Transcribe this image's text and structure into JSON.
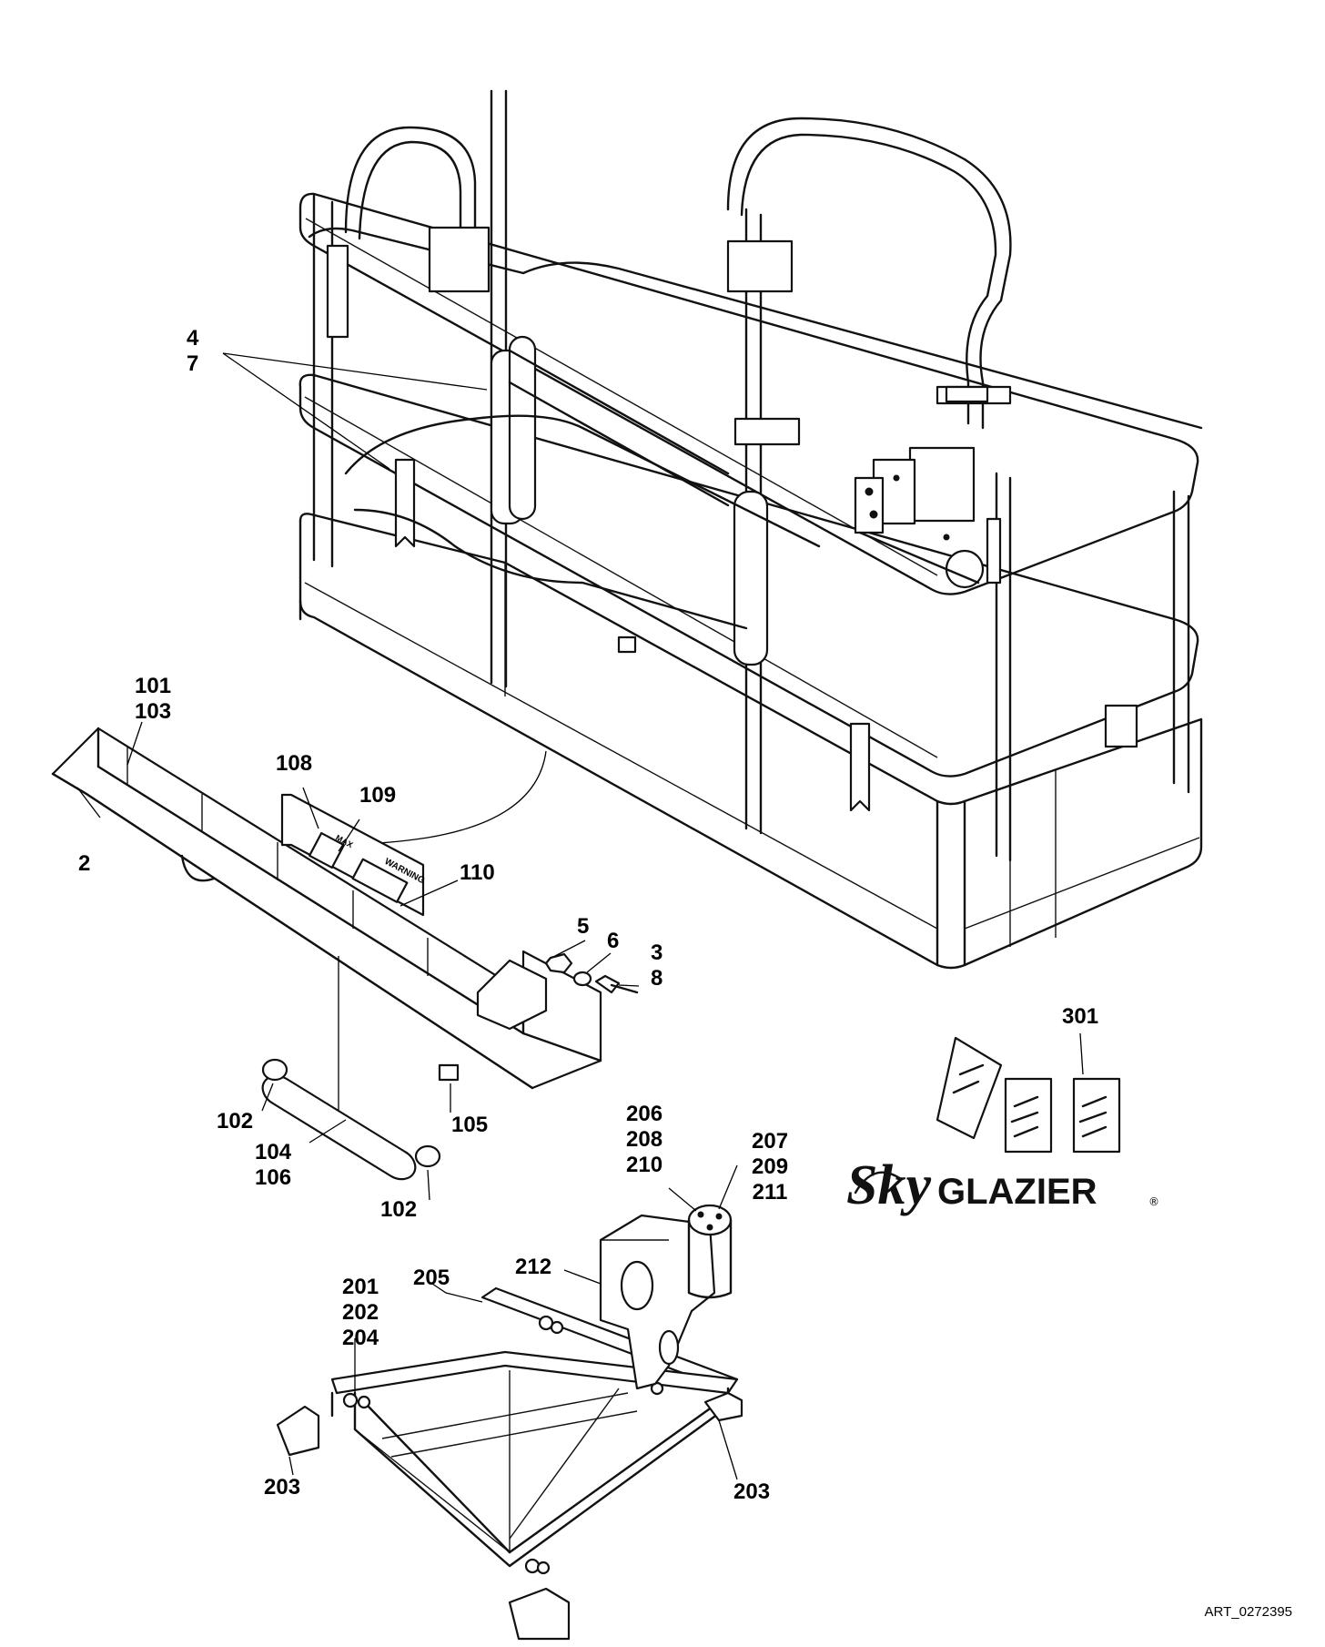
{
  "callouts": {
    "c_4_7": [
      "4",
      "7"
    ],
    "c_101_103": [
      "101",
      "103"
    ],
    "c_108": [
      "108"
    ],
    "c_109": [
      "109"
    ],
    "c_2": [
      "2"
    ],
    "c_110": [
      "110"
    ],
    "c_5": [
      "5"
    ],
    "c_6": [
      "6"
    ],
    "c_3_8": [
      "3",
      "8"
    ],
    "c_301": [
      "301"
    ],
    "c_102a": [
      "102"
    ],
    "c_104_106": [
      "104",
      "106"
    ],
    "c_105": [
      "105"
    ],
    "c_102b": [
      "102"
    ],
    "c_206_208_210": [
      "206",
      "208",
      "210"
    ],
    "c_207_209_211": [
      "207",
      "209",
      "211"
    ],
    "c_212": [
      "212"
    ],
    "c_201_202_204": [
      "201",
      "202",
      "204"
    ],
    "c_205": [
      "205"
    ],
    "c_203a": [
      "203"
    ],
    "c_203b": [
      "203"
    ]
  },
  "rail_labels": {
    "max": "MAX",
    "warning": "WARNING"
  },
  "logo": {
    "script": "Sky",
    "word": "GLAZIER"
  },
  "art_id": "ART_0272395"
}
